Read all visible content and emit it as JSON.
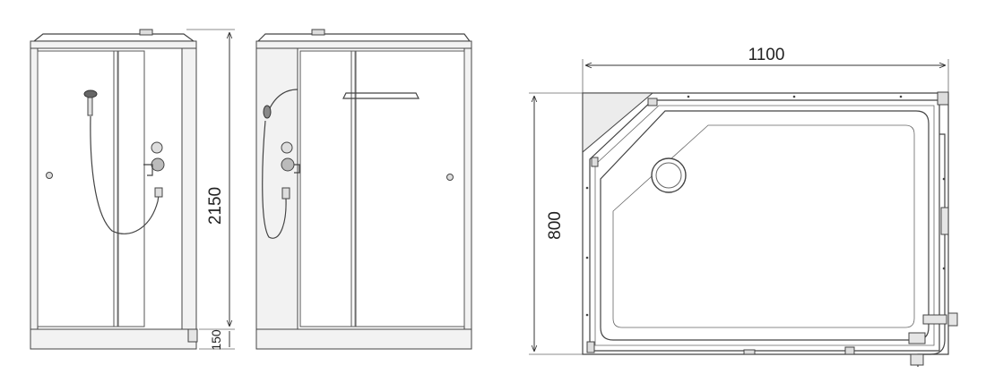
{
  "dimensions": {
    "width": "1100",
    "depth": "800",
    "height": "2150",
    "base_height": "150"
  },
  "colors": {
    "line": "#444444",
    "fill": "#f2f2f2",
    "background": "#ffffff"
  }
}
